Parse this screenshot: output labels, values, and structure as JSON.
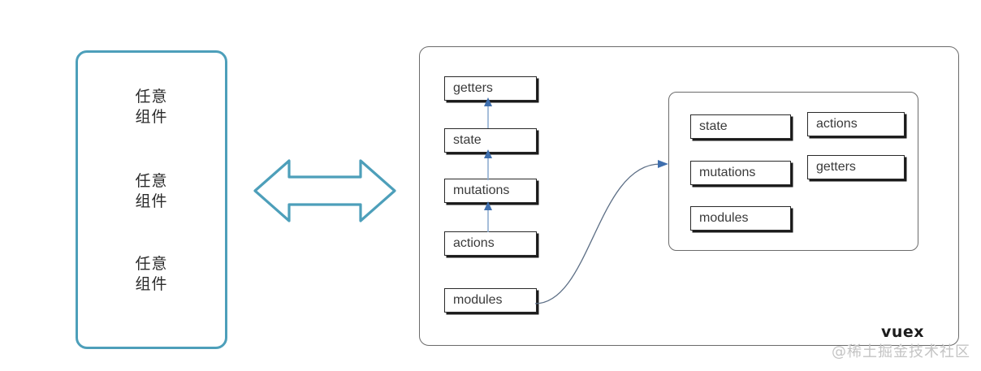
{
  "diagram": {
    "title_label": "vuex",
    "watermark": "@稀土掘金技术社区",
    "accent_color": "#4d9fba",
    "arrow_color": "#5a8fc0",
    "box_border_color": "#2a2a2a",
    "container_border_color": "#6b6b6b"
  },
  "components_panel": {
    "name": "arbitrary-components",
    "items": [
      {
        "line1": "任意",
        "line2": "组件"
      },
      {
        "line1": "任意",
        "line2": "组件"
      },
      {
        "line1": "任意",
        "line2": "组件"
      }
    ]
  },
  "connector": {
    "name": "bidirectional-arrow",
    "direction": "both"
  },
  "vuex_store": {
    "label": "vuex",
    "pipeline": [
      {
        "id": "getters",
        "label": "getters"
      },
      {
        "id": "state",
        "label": "state"
      },
      {
        "id": "mutations",
        "label": "mutations"
      },
      {
        "id": "actions",
        "label": "actions"
      },
      {
        "id": "modules",
        "label": "modules"
      }
    ],
    "pipeline_flow": "actions -> mutations -> state -> getters",
    "module_box": {
      "left_column": [
        {
          "id": "state",
          "label": "state"
        },
        {
          "id": "mutations",
          "label": "mutations"
        },
        {
          "id": "modules",
          "label": "modules"
        }
      ],
      "right_column": [
        {
          "id": "actions",
          "label": "actions"
        },
        {
          "id": "getters",
          "label": "getters"
        }
      ]
    }
  }
}
